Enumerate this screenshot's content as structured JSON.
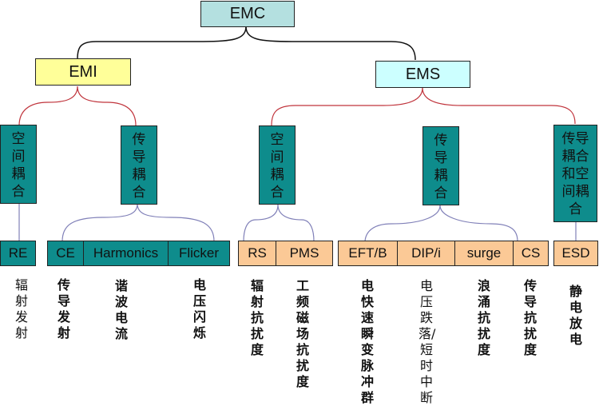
{
  "root": {
    "label": "EMC"
  },
  "level1": [
    {
      "label": "EMI",
      "color": "#ffff99"
    },
    {
      "label": "EMS",
      "color": "#ccffff"
    }
  ],
  "level2": {
    "emi_space": "空间耦合",
    "emi_conduct": "传导耦合",
    "ems_space": "空间耦合",
    "ems_conduct": "传导耦合",
    "ems_both": "传导耦合和空间耦合"
  },
  "leaves": {
    "re": "RE",
    "ce": "CE",
    "harmonics": "Harmonics",
    "flicker": "Flicker",
    "rs": "RS",
    "pms": "PMS",
    "eftb": "EFT/B",
    "dipi": "DIP/i",
    "surge": "surge",
    "cs": "CS",
    "esd": "ESD"
  },
  "descriptions": {
    "re": "辐射发射",
    "ce": "传导发射",
    "harmonics": "谐波电流",
    "flicker": "电压闪烁",
    "rs": "辐射抗扰度",
    "pms": "工频磁场抗扰度",
    "eftb": "电快速瞬变脉冲群",
    "dipi": "电压跌落/短时中断",
    "surge": "浪涌抗扰度",
    "cs": "传导抗扰度",
    "esd": "静电放电"
  },
  "colors": {
    "root": "#b4e0e0",
    "teal": "#0e8c8c",
    "orange": "#fbc996",
    "red_connector": "#c0343c",
    "blue_connector": "#8080b8"
  }
}
